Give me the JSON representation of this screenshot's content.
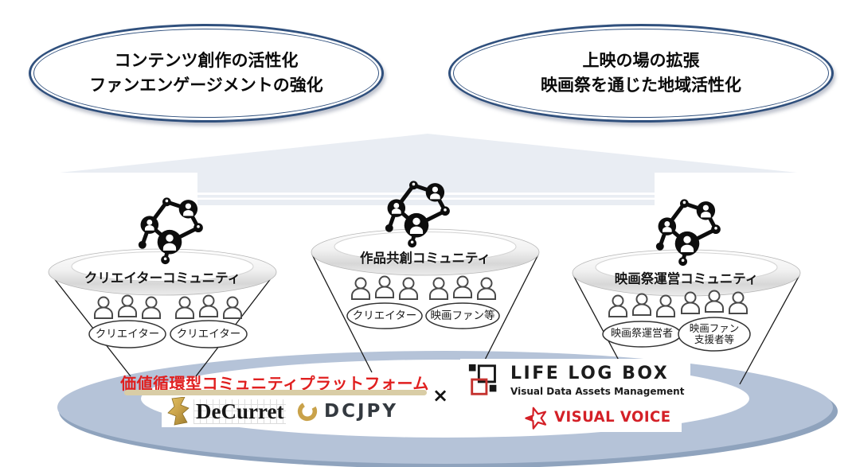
{
  "banners": {
    "left": {
      "line1": "コンテンツ創作の活性化",
      "line2": "ファンエンゲージメントの強化"
    },
    "right": {
      "line1": "上映の場の拡張",
      "line2": "映画祭を通じた地域活性化"
    }
  },
  "funnels": [
    {
      "title": "クリエイターコミュニティ",
      "groups": [
        {
          "label": "クリエイター"
        },
        {
          "label": "クリエイター"
        }
      ]
    },
    {
      "title": "作品共創コミュニティ",
      "groups": [
        {
          "label": "クリエイター"
        },
        {
          "label": "映画ファン等"
        }
      ]
    },
    {
      "title": "映画祭運営コミュニティ",
      "groups": [
        {
          "label": "映画祭運営者"
        },
        {
          "label": "映画ファン",
          "label2": "支援者等"
        }
      ]
    }
  ],
  "platform": {
    "title": "価値循環型コミュニティプラットフォーム",
    "multiply": "×",
    "logos": {
      "decurret": "DeCurret",
      "dcjpy": "DCJPY",
      "lifelogbox": {
        "title": "LIFE LOG BOX",
        "subtitle": "Visual Data Assets Management"
      },
      "visualvoice": "VISUAL VOICE"
    }
  },
  "icons": {
    "network": "people-network-icon",
    "people_group": "people-group-icon",
    "decurret": "decurret-gold-emblem-icon",
    "dcjpy": "dcjpy-gold-ring-icon",
    "lifelogbox": "lifelogbox-squares-icon",
    "visualvoice": "visualvoice-star-icon"
  },
  "colors": {
    "banner_border": "#30507d",
    "arrow_gray": "#e9edf3",
    "ring_blue": "#b5c3d8",
    "ring_edge": "#8fa3bd",
    "platform_title_red": "#e01f1f",
    "underline_tan": "#d9cda6",
    "gold": "#c9a24a",
    "visualvoice_red": "#d42027",
    "lifelogbox_red_square": "#c4312e"
  }
}
